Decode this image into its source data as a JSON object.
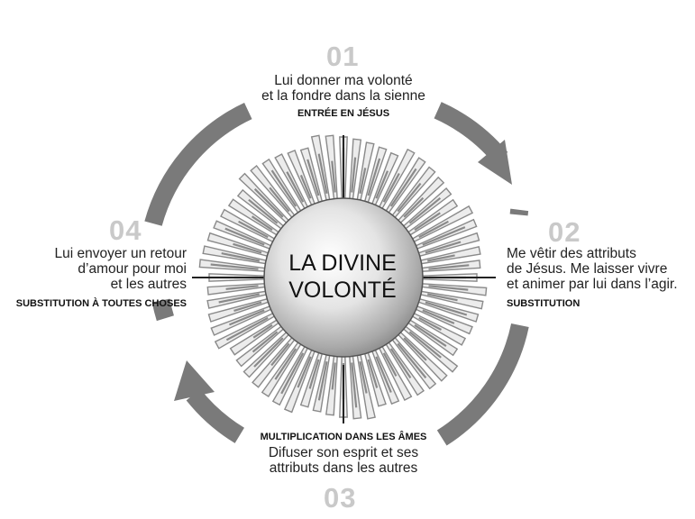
{
  "center": {
    "line1": "LA DIVINE",
    "line2": "VOLONTÉ"
  },
  "steps": [
    {
      "number": "01",
      "desc": [
        "Lui donner ma volonté",
        "et la fondre dans la sienne"
      ],
      "stage": "ENTRÉE EN JÉSUS"
    },
    {
      "number": "02",
      "desc": [
        "Me vêtir des attributs",
        "de Jésus. Me laisser vivre",
        "et animer par lui dans l’agir."
      ],
      "stage": "SUBSTITUTION"
    },
    {
      "number": "03",
      "desc": [
        "Difuser son esprit et ses",
        "attributs dans les autres"
      ],
      "stage": "MULTIPLICATION DANS LES ÂMES"
    },
    {
      "number": "04",
      "desc": [
        "Lui envoyer un retour",
        "d’amour pour moi",
        "et les autres"
      ],
      "stage": "SUBSTITUTION À TOUTES CHOSES"
    }
  ],
  "colors": {
    "arc": "#7a7a7a",
    "number": "#c9c9c9",
    "ray_light": "#ececec",
    "ray_dark": "#8a8a8a"
  }
}
